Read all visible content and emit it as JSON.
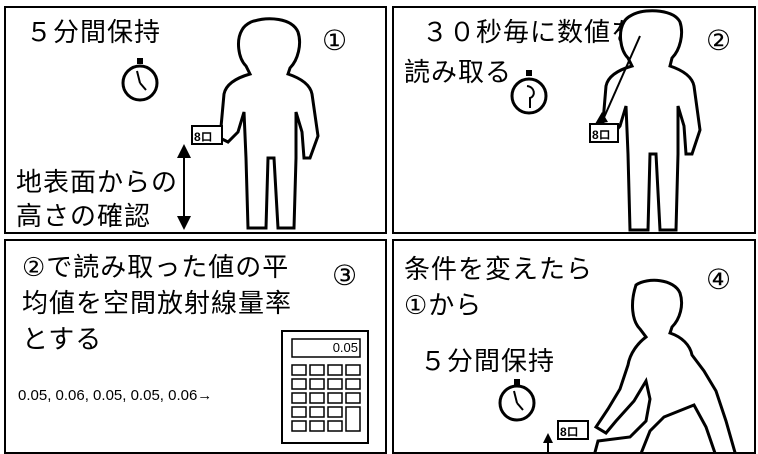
{
  "panels": [
    {
      "number": "①",
      "lines": [
        "５分間保持"
      ],
      "height_label": [
        "地表面からの",
        "高さの確認"
      ],
      "device_text": "8ロ"
    },
    {
      "number": "②",
      "lines": [
        "３０秒毎に数値を",
        "読み取る"
      ],
      "device_text": "8ロ"
    },
    {
      "number": "③",
      "lines": [
        "②で読み取った値の平",
        "均値を空間放射線量率",
        "とする"
      ],
      "readings": "0.05, 0.06, 0.05, 0.05, 0.06→",
      "calculator_display": "0.05"
    },
    {
      "number": "④",
      "lines": [
        "条件を変えたら",
        "①から"
      ],
      "hold_text": "５分間保持",
      "device_text": "8ロ"
    }
  ]
}
